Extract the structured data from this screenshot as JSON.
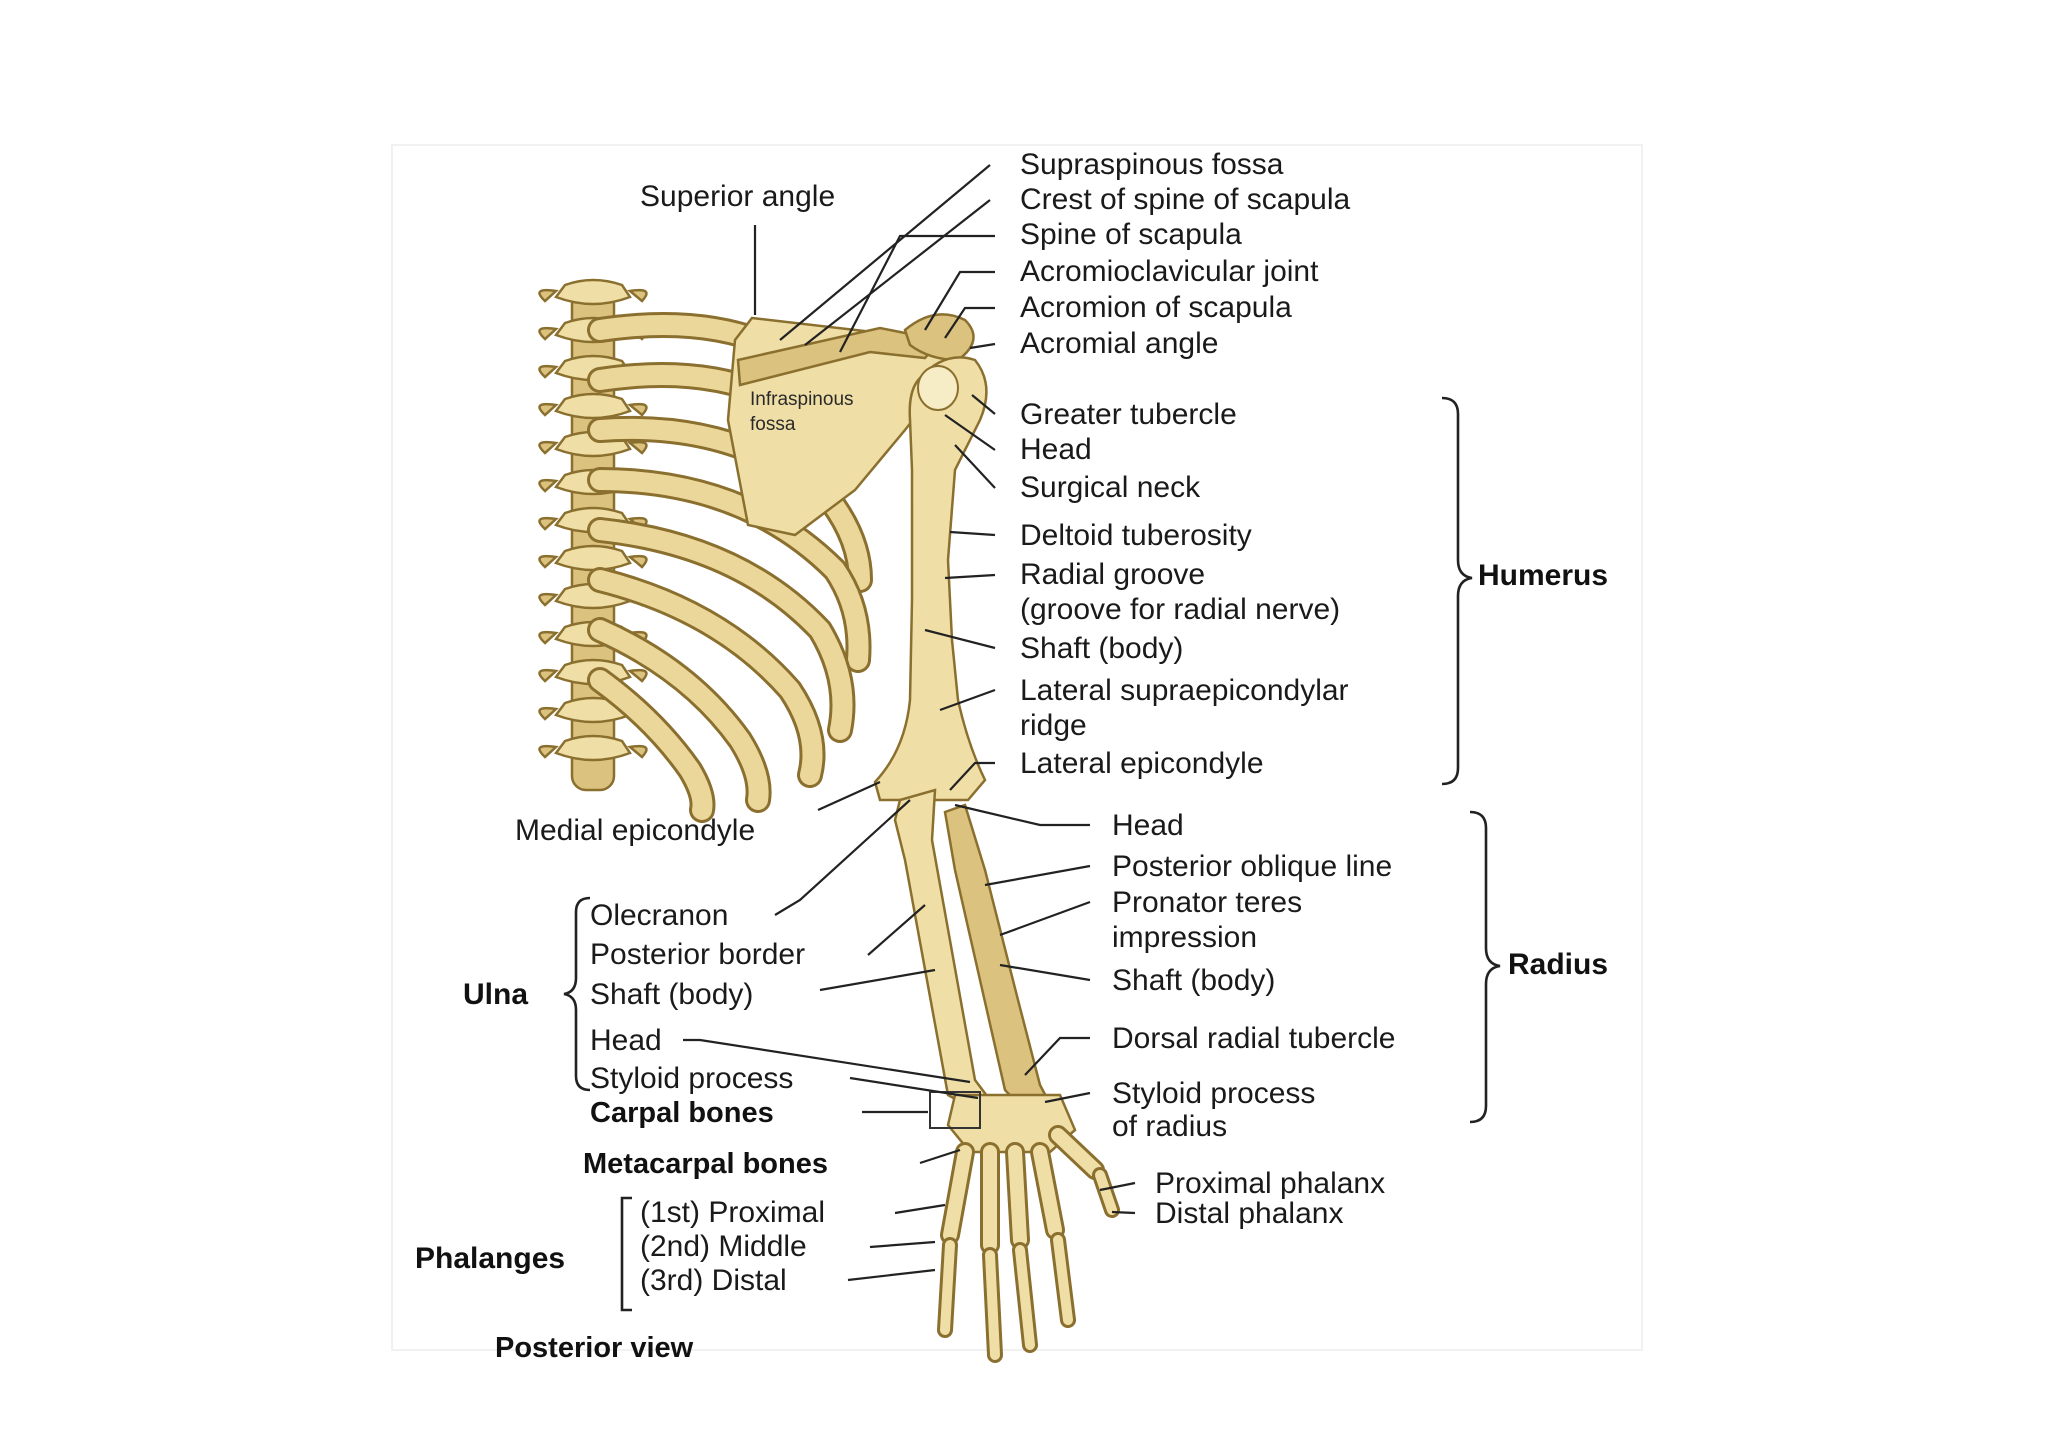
{
  "figure": {
    "caption": "Posterior view",
    "colors": {
      "bone": "#efdfa6",
      "bone_shadow": "#dcc27f",
      "bone_outline": "#8a6f2e",
      "text": "#1a1a1a"
    }
  },
  "labels": {
    "superior_angle": "Superior angle",
    "supraspinous_fossa": "Supraspinous fossa",
    "crest_of_spine": "Crest of spine of scapula",
    "spine_of_scapula": "Spine of scapula",
    "acromioclavicular_joint": "Acromioclavicular joint",
    "acromion": "Acromion of scapula",
    "acromial_angle": "Acromial angle",
    "infraspinous_fossa_1": "Infraspinous",
    "infraspinous_fossa_2": "fossa",
    "greater_tubercle": "Greater tubercle",
    "humerus_head": "Head",
    "surgical_neck": "Surgical neck",
    "deltoid_tuberosity": "Deltoid tuberosity",
    "radial_groove_1": "Radial groove",
    "radial_groove_2": "(groove for radial nerve)",
    "humerus_shaft": "Shaft (body)",
    "lateral_ridge_1": "Lateral supraepicondylar",
    "lateral_ridge_2": "ridge",
    "lateral_epicondyle": "Lateral epicondyle",
    "medial_epicondyle": "Medial epicondyle",
    "radius_head": "Head",
    "posterior_oblique_line": "Posterior oblique line",
    "pronator_teres_1": "Pronator teres",
    "pronator_teres_2": "impression",
    "radius_shaft": "Shaft (body)",
    "dorsal_radial_tubercle": "Dorsal radial tubercle",
    "radius_styloid_1": "Styloid process",
    "radius_styloid_2": "of radius",
    "olecranon": "Olecranon",
    "posterior_border": "Posterior border",
    "ulna_shaft": "Shaft (body)",
    "ulna_head": "Head",
    "ulna_styloid": "Styloid process",
    "carpal_bones": "Carpal bones",
    "metacarpal_bones": "Metacarpal bones",
    "proximal_phalanx_1st": "(1st) Proximal",
    "middle_phalanx_2nd": "(2nd) Middle",
    "distal_phalanx_3rd": "(3rd) Distal",
    "proximal_phalanx": "Proximal phalanx",
    "distal_phalanx": "Distal phalanx"
  },
  "groups": {
    "humerus": "Humerus",
    "radius": "Radius",
    "ulna": "Ulna",
    "phalanges": "Phalanges"
  }
}
